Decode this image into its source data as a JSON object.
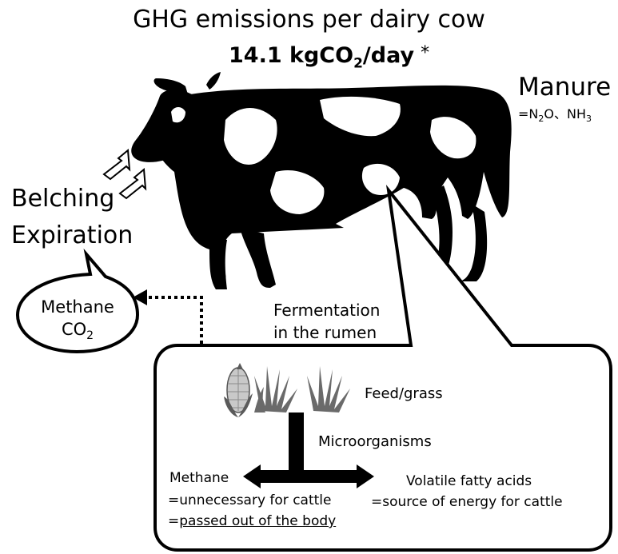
{
  "title": {
    "line1": "GHG emissions per dairy cow",
    "value": "14.1 kgCO",
    "value_sub": "2",
    "value_unit": "/day",
    "asterisk": "*"
  },
  "manure": {
    "label": "Manure",
    "formula_prefix": "=N",
    "formula_sub1": "2",
    "formula_mid": "O、NH",
    "formula_sub2": "3"
  },
  "belching": {
    "line1": "Belching",
    "line2": "Expiration"
  },
  "bubble": {
    "line1": "Methane",
    "line2_main": "CO",
    "line2_sub": "2"
  },
  "rumen": {
    "line1": "Fermentation",
    "line2": "in the rumen"
  },
  "box": {
    "feed": "Feed/grass",
    "microorganisms": "Microorganisms",
    "methane": "Methane",
    "methane_note1": "=unnecessary for cattle",
    "methane_note2_prefix": "=",
    "methane_note2": "passed out of the body",
    "vfa": "Volatile fatty acids",
    "vfa_note": "=source of energy for cattle"
  },
  "colors": {
    "ink": "#000000",
    "background": "#ffffff",
    "corn": "#c9c9c9",
    "grass": "#6a6a6a"
  }
}
